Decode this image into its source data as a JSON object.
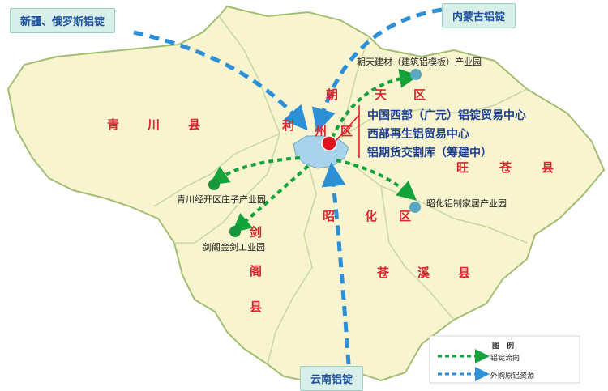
{
  "import_sources": {
    "xinjiang_russia": "新疆、俄罗斯铝锭",
    "inner_mongolia": "内蒙古铝锭",
    "yunnan": "云南铝锭"
  },
  "districts": {
    "lizhou": [
      "利",
      "州",
      "区"
    ],
    "chaotian": [
      "朝",
      "天",
      "区"
    ],
    "zhaohua": [
      "昭",
      "化",
      "区"
    ],
    "qingchuan": [
      "青",
      "川",
      "县"
    ],
    "wangcang": [
      "旺",
      "苍",
      "县"
    ],
    "cangxi": [
      "苍",
      "溪",
      "县"
    ],
    "jiange": [
      "剑",
      "阁",
      "县"
    ]
  },
  "parks": {
    "chaotian_park": "朝天建材（建筑铝模板）产业园",
    "qingchuan_park": "青川经开区庄子产业园",
    "jiange_park": "剑阁金剑工业园",
    "zhaohua_park": "昭化铝制家居产业园"
  },
  "hub_lines": [
    "中国西部（广元）铝锭贸易中心",
    "西部再生铝贸易中心",
    "铝期货交割库（筹建中）"
  ],
  "legend": {
    "title": "图　例",
    "ingot_flow": "铝锭流向",
    "external_resource": "外购原铝资源"
  },
  "colors": {
    "land": "#f7f4cf",
    "border": "#a3be72",
    "inner_border": "#c7d8a1",
    "city_area": "#a9d3ea",
    "green_arrow": "#14a33a",
    "blue_arrow": "#2d8fd6",
    "hub_dot": "#e0161c",
    "green_dot": "#15963a",
    "blue_dot": "#5aa7c2"
  }
}
